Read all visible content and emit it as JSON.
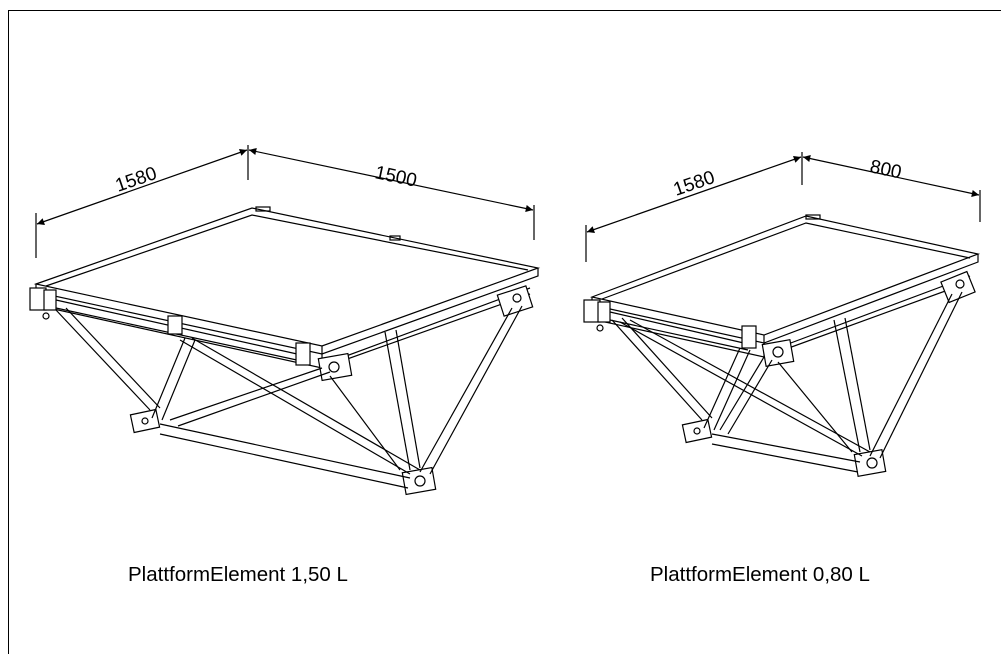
{
  "platforms": [
    {
      "caption": "PlattformElement 1,50 L",
      "dim_depth": "1580",
      "dim_width": "1500"
    },
    {
      "caption": "PlattformElement 0,80 L",
      "dim_depth": "1580",
      "dim_width": "800"
    }
  ]
}
